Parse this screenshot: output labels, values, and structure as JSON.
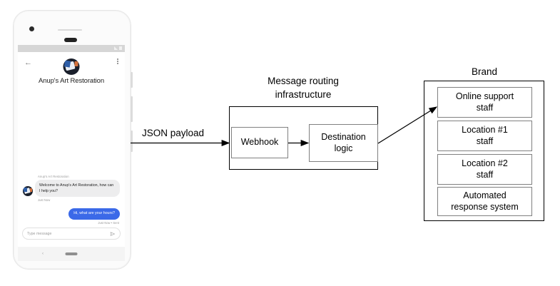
{
  "phone": {
    "status_bar": {
      "signal_icon": "signal-triangle-icon",
      "battery_icon": "battery-icon"
    },
    "app_bar": {
      "back_icon": "back-arrow-icon",
      "menu_icon": "kebab-menu-icon",
      "avatar_icon": "business-avatar",
      "title": "Anup's Art Restoration"
    },
    "conversation": {
      "incoming": {
        "sender": "Anup's Art Restoration",
        "text": "Welcome to Anup's Art Restoration, how can I help you?",
        "time": "Just Now"
      },
      "outgoing": {
        "text": "Hi, what are your hours?",
        "time": "Just Now • Sent"
      }
    },
    "composer": {
      "placeholder": "Type message",
      "send_icon": "send-icon"
    },
    "nav_bar": {
      "back_icon": "nav-back-chevron-icon",
      "home_icon": "nav-home-pill-icon"
    }
  },
  "diagram": {
    "payload_label": "JSON payload",
    "infrastructure": {
      "title_line1": "Message routing",
      "title_line2": "infrastructure",
      "webhook": "Webhook",
      "destination_line1": "Destination",
      "destination_line2": "logic"
    },
    "brand": {
      "title": "Brand",
      "items": [
        {
          "line1": "Online support",
          "line2": "staff"
        },
        {
          "line1": "Location #1",
          "line2": "staff"
        },
        {
          "line1": "Location #2",
          "line2": "staff"
        },
        {
          "line1": "Automated",
          "line2": "response system"
        }
      ]
    }
  },
  "colors": {
    "outgoing_bubble": "#3b69e8",
    "incoming_bubble": "#ededee",
    "box_border": "#000000",
    "inner_box_border": "#808080"
  }
}
